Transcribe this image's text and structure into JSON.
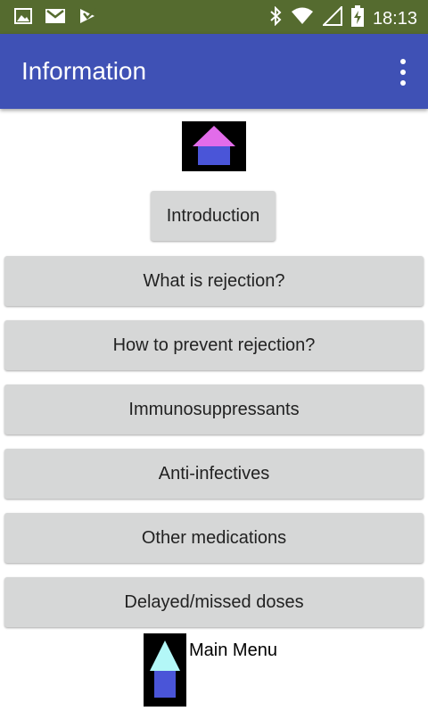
{
  "status_bar": {
    "time": "18:13",
    "left_icons": [
      "image-icon",
      "gmail-icon",
      "play-store-icon"
    ],
    "right_icons": [
      "bluetooth-icon",
      "wifi-icon",
      "cell-signal-icon",
      "battery-charging-icon"
    ],
    "background_color": "#556b2f"
  },
  "app_bar": {
    "title": "Information",
    "menu_icon": "overflow-menu-icon",
    "background_color": "#3f51b5"
  },
  "home_button": {
    "icon": "home-icon"
  },
  "buttons": {
    "introduction": "Introduction",
    "what_is_rejection": "What is rejection?",
    "how_to_prevent": "How to prevent rejection?",
    "immunosuppressants": "Immunosuppressants",
    "anti_infectives": "Anti-infectives",
    "other_medications": "Other medications",
    "delayed_missed": "Delayed/missed doses"
  },
  "main_menu": {
    "label": "Main Menu",
    "icon": "up-arrow-icon"
  },
  "colors": {
    "button_bg": "#d6d7d7",
    "home_roof": "#e26cea",
    "home_body": "#4a55d8",
    "arrow_head": "#b3f7f7"
  }
}
